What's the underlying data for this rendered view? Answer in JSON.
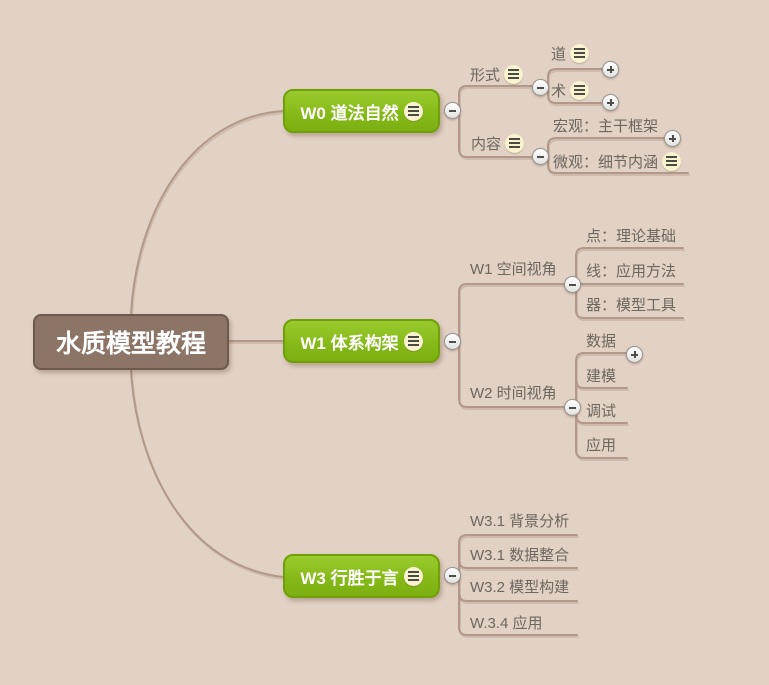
{
  "theme": {
    "background": "#e2d1c5",
    "line_color": "#b39889",
    "branch_fill_green": "#86ba19",
    "branch_border_green": "#70a007",
    "root_fill_brown": "#8c7567",
    "root_border_brown": "#6d5a4d",
    "note_icon_fill": "#f8f2cf",
    "topic_text_color": "#6c675f",
    "icons": {
      "note": "notes-icon",
      "collapse": "minus-icon",
      "expand": "plus-icon"
    }
  },
  "map": {
    "root": {
      "label": "水质模型教程"
    },
    "branches": [
      {
        "label": "W0 道法自然",
        "has_note": true,
        "expander": "minus",
        "children": [
          {
            "label": "形式",
            "has_note": true,
            "expander": "minus",
            "children": [
              {
                "label": "道",
                "has_note": true,
                "expander": "plus"
              },
              {
                "label": "术",
                "has_note": true,
                "expander": "plus"
              }
            ]
          },
          {
            "label": "内容",
            "has_note": true,
            "expander": "minus",
            "children": [
              {
                "label": "宏观：主干框架",
                "expander": "plus"
              },
              {
                "label": "微观：细节内涵",
                "has_note": true
              }
            ]
          }
        ]
      },
      {
        "label": "W1 体系构架",
        "has_note": true,
        "expander": "minus",
        "children": [
          {
            "label": "W1 空间视角",
            "expander": "minus",
            "children": [
              {
                "label": "点：理论基础"
              },
              {
                "label": "线：应用方法"
              },
              {
                "label": "器：模型工具"
              }
            ]
          },
          {
            "label": "W2 时间视角",
            "expander": "minus",
            "children": [
              {
                "label": "数据",
                "expander": "plus"
              },
              {
                "label": "建模"
              },
              {
                "label": "调试"
              },
              {
                "label": "应用"
              }
            ]
          }
        ]
      },
      {
        "label": "W3 行胜于言",
        "has_note": true,
        "expander": "minus",
        "children": [
          {
            "label": "W3.1 背景分析"
          },
          {
            "label": "W3.1 数据整合"
          },
          {
            "label": "W3.2 模型构建"
          },
          {
            "label": "W.3.4 应用"
          }
        ]
      }
    ]
  }
}
